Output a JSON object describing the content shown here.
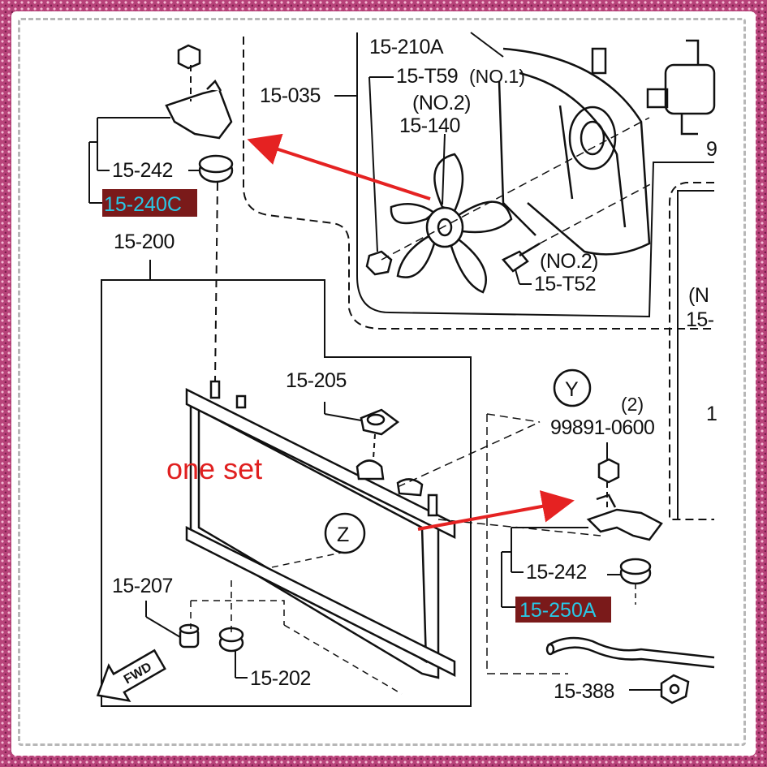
{
  "labels": {
    "p_15_210a": "15-210A",
    "p_15_t59": "15-T59",
    "no1": "(NO.1)",
    "no2_fan": "(NO.2)",
    "p_15_140": "15-140",
    "p_15_035": "15-035",
    "p_15_242_top": "15-242",
    "p_15_240c": "15-240C",
    "p_15_200": "15-200",
    "no2_bolt": "(NO.2)",
    "p_15_t52": "15-T52",
    "p_15_205": "15-205",
    "callout_y": "Y",
    "qty_2": "(2)",
    "p_99891_0600": "99891-0600",
    "callout_z": "Z",
    "p_15_242_bottom": "15-242",
    "p_15_250a": "15-250A",
    "p_15_207": "15-207",
    "p_15_202": "15-202",
    "p_15_388": "15-388",
    "fwd": "FWD",
    "cut_n": "(N",
    "cut_15": "15-",
    "cut_1": "1",
    "cut_9": "9"
  },
  "annotation": {
    "text": "one set",
    "color": "#e02020"
  },
  "colors": {
    "highlight_bg": "#7a1a1a",
    "highlight_text": "#28c8e6",
    "arrow": "#e52222",
    "line": "#111111"
  }
}
